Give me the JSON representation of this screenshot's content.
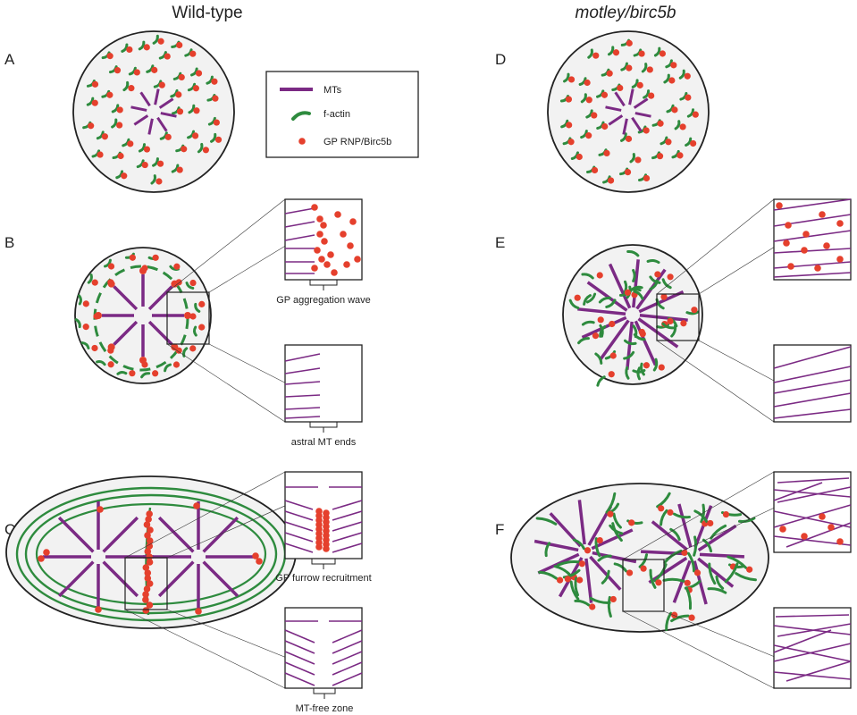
{
  "titles": {
    "wild_type": "Wild-type",
    "mutant": "motley/birc5b"
  },
  "panels": [
    "A",
    "B",
    "C",
    "D",
    "E",
    "F"
  ],
  "legend": {
    "items": [
      {
        "label": "MTs",
        "color": "#7b2a84"
      },
      {
        "label": "f-actin",
        "color": "#2e8b3e"
      },
      {
        "label": "GP RNP/Birc5b",
        "color": "#e5402d"
      }
    ]
  },
  "callouts": {
    "b_top": "GP aggregation wave",
    "b_bottom": "astral MT ends",
    "c_top": "GP furrow recruitment",
    "c_bottom": "MT-free zone"
  },
  "colors": {
    "mt": "#7b2a84",
    "actin": "#2e8b3e",
    "gp": "#e5402d",
    "outline": "#222222"
  }
}
